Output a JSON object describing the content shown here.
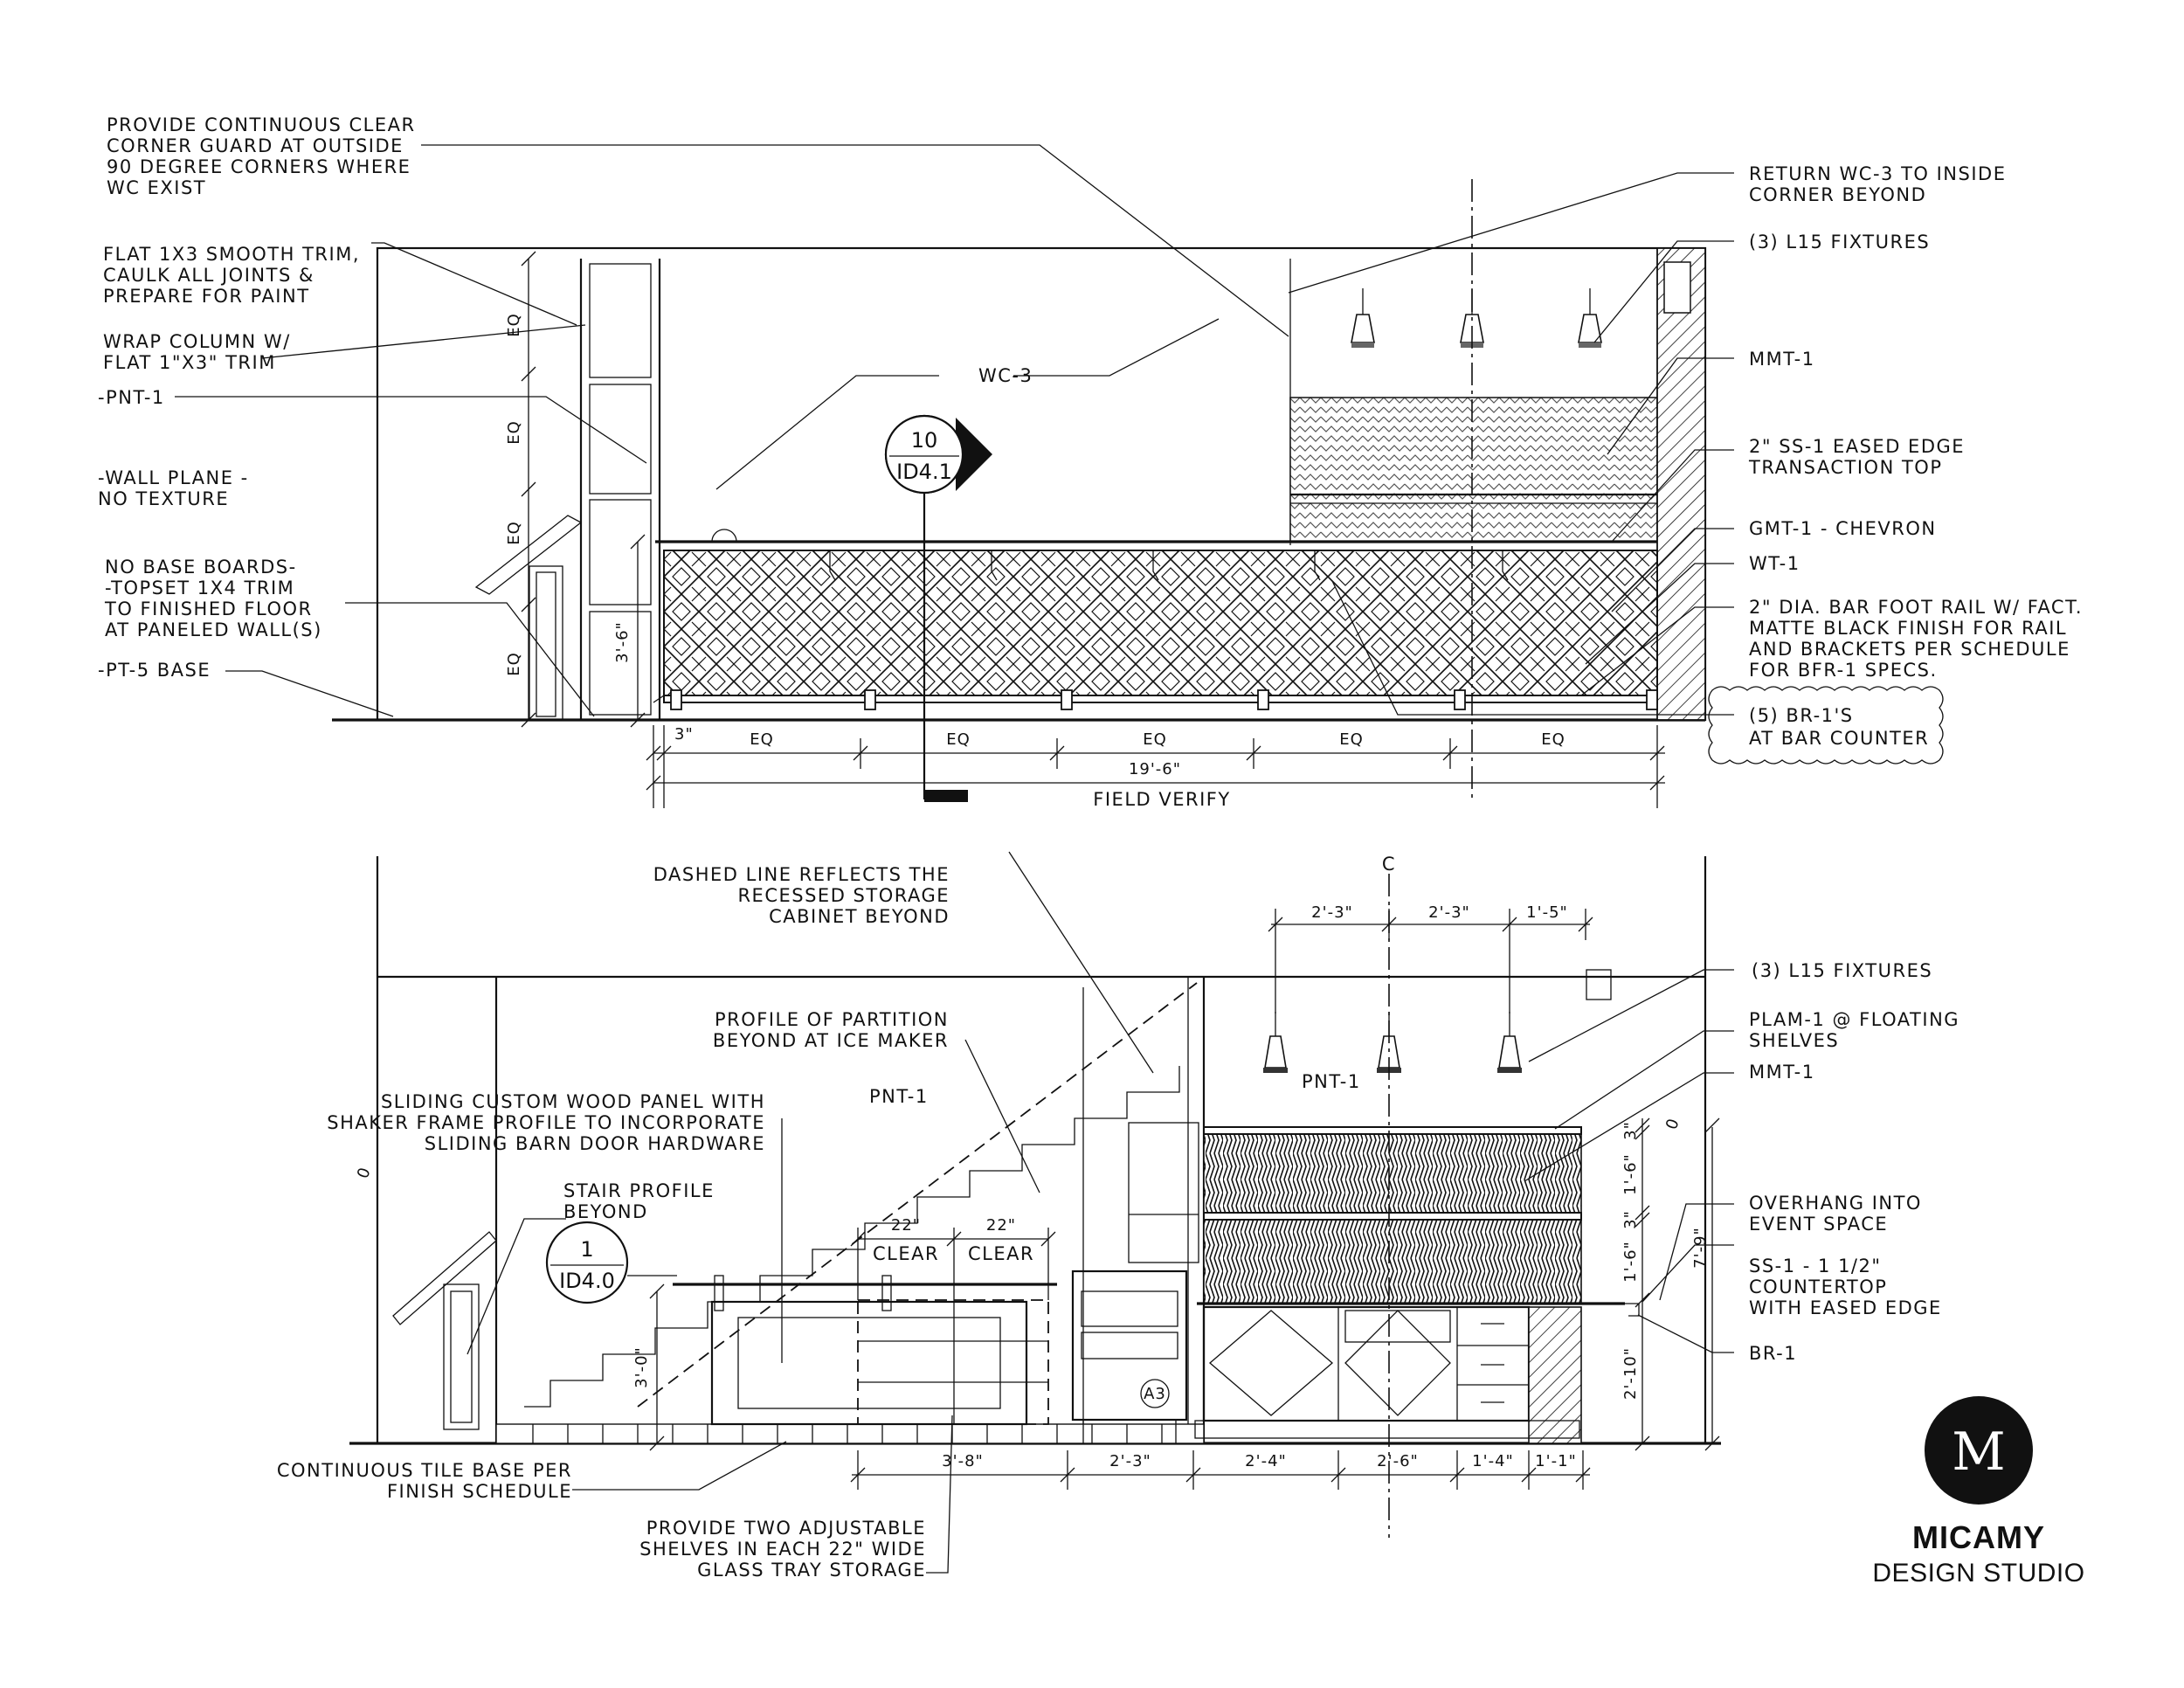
{
  "top_elevation": {
    "notes_left": [
      [
        "PROVIDE CONTINUOUS CLEAR",
        "CORNER GUARD AT OUTSIDE",
        "90 DEGREE CORNERS WHERE",
        "WC EXIST"
      ],
      [
        "FLAT 1X3 SMOOTH TRIM,",
        "CAULK ALL JOINTS &",
        "PREPARE FOR PAINT"
      ],
      [
        "WRAP COLUMN W/",
        "FLAT 1\"X3\" TRIM"
      ],
      [
        "-PNT-1"
      ],
      [
        "-WALL PLANE -",
        " NO TEXTURE"
      ],
      [
        "NO BASE BOARDS-",
        "-TOPSET 1X4 TRIM",
        " TO FINISHED FLOOR",
        " AT PANELED WALL(S)"
      ],
      [
        "-PT-5 BASE"
      ]
    ],
    "notes_right": [
      [
        "RETURN WC-3 TO INSIDE",
        "CORNER BEYOND"
      ],
      [
        "(3) L15 FIXTURES"
      ],
      [
        "MMT-1"
      ],
      [
        "2\" SS-1 EASED EDGE",
        "TRANSACTION TOP"
      ],
      [
        "GMT-1 - CHEVRON"
      ],
      [
        "WT-1"
      ],
      [
        "2\" DIA. BAR FOOT RAIL W/ FACT.",
        "MATTE BLACK FINISH FOR RAIL",
        "AND BRACKETS PER SCHEDULE",
        "FOR BFR-1 SPECS."
      ],
      [
        "(5) BR-1'S",
        "AT BAR COUNTER"
      ]
    ],
    "wc_label": "WC-3",
    "section_tag": {
      "top": "10",
      "bottom": "ID4.1"
    },
    "eq_vertical": [
      "EQ",
      "EQ",
      "EQ",
      "EQ"
    ],
    "height_dim": "3'-6\"",
    "small_dim": "3\"",
    "eq_horizontal": [
      "EQ",
      "EQ",
      "EQ",
      "EQ",
      "EQ"
    ],
    "overall_dim": "19'-6\"",
    "field_verify": "FIELD VERIFY"
  },
  "bottom_elevation": {
    "notes_top": [
      [
        "DASHED LINE REFLECTS THE",
        "RECESSED STORAGE",
        "CABINET BEYOND"
      ],
      [
        "PROFILE OF PARTITION",
        "BEYOND AT ICE MAKER"
      ],
      [
        "SLIDING CUSTOM WOOD PANEL WITH",
        "SHAKER FRAME PROFILE TO INCORPORATE",
        "SLIDING BARN DOOR HARDWARE"
      ],
      [
        "STAIR PROFILE",
        "BEYOND"
      ]
    ],
    "pnt_labels": [
      "PNT-1",
      "PNT-1"
    ],
    "clear_dims": [
      "22\"",
      "22\""
    ],
    "clear_labels": [
      "CLEAR",
      "CLEAR"
    ],
    "section_tag": {
      "top": "1",
      "bottom": "ID4.0"
    },
    "height_dim": "3'-0\"",
    "appliance_tag": "A3",
    "centerline": "C",
    "top_dims": [
      "2'-3\"",
      "2'-3\"",
      "1'-5\""
    ],
    "right_vdims": [
      "3\"",
      "1'-6\"",
      "3\"",
      "1'-6\"",
      "2'-10\"",
      "7'-9\""
    ],
    "bottom_dims": [
      "3'-8\"",
      "2'-3\"",
      "2'-4\"",
      "2'-6\"",
      "1'-4\"",
      "1'-1\""
    ],
    "notes_right": [
      [
        "(3) L15 FIXTURES"
      ],
      [
        "PLAM-1 @ FLOATING",
        "SHELVES"
      ],
      [
        "MMT-1"
      ],
      [
        "OVERHANG INTO",
        "EVENT SPACE"
      ],
      [
        "SS-1 - 1 1/2\"",
        "COUNTERTOP",
        "WITH EASED EDGE"
      ],
      [
        "BR-1"
      ]
    ],
    "notes_bottom": [
      [
        "CONTINUOUS TILE BASE PER",
        "FINISH SCHEDULE"
      ],
      [
        "PROVIDE TWO ADJUSTABLE",
        "SHELVES IN EACH 22\" WIDE",
        "GLASS TRAY STORAGE"
      ]
    ]
  },
  "logo": {
    "letter": "M",
    "name": "MICAMY",
    "tagline": "DESIGN STUDIO"
  }
}
